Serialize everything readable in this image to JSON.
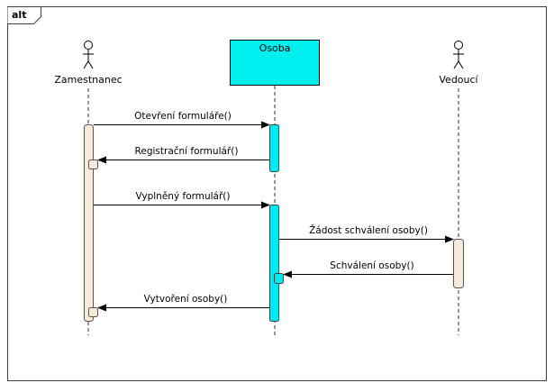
{
  "fragment": {
    "operator": "alt"
  },
  "participants": {
    "zamestnanec": {
      "name": "Zamestnanec",
      "kind": "actor"
    },
    "osoba": {
      "name": "Osoba",
      "kind": "object"
    },
    "vedouci": {
      "name": "Vedoucí",
      "kind": "actor"
    }
  },
  "messages": [
    {
      "label": "Otevření formuláře()",
      "from": "Zamestnanec",
      "to": "Osoba"
    },
    {
      "label": "Registrační formulář()",
      "from": "Osoba",
      "to": "Zamestnanec"
    },
    {
      "label": "Vyplněný formulář()",
      "from": "Zamestnanec",
      "to": "Osoba"
    },
    {
      "label": "Žádost schválení osoby()",
      "from": "Osoba",
      "to": "Vedoucí"
    },
    {
      "label": "Schválení osoby()",
      "from": "Vedoucí",
      "to": "Osoba"
    },
    {
      "label": "Vytvoření osoby()",
      "from": "Osoba",
      "to": "Zamestnanec"
    }
  ],
  "colors": {
    "object_fill": "#00f0f0",
    "osoba_activation": "#00e8f0",
    "actor_activation": "#f7ead9",
    "frame_tab": "#ffffff"
  }
}
